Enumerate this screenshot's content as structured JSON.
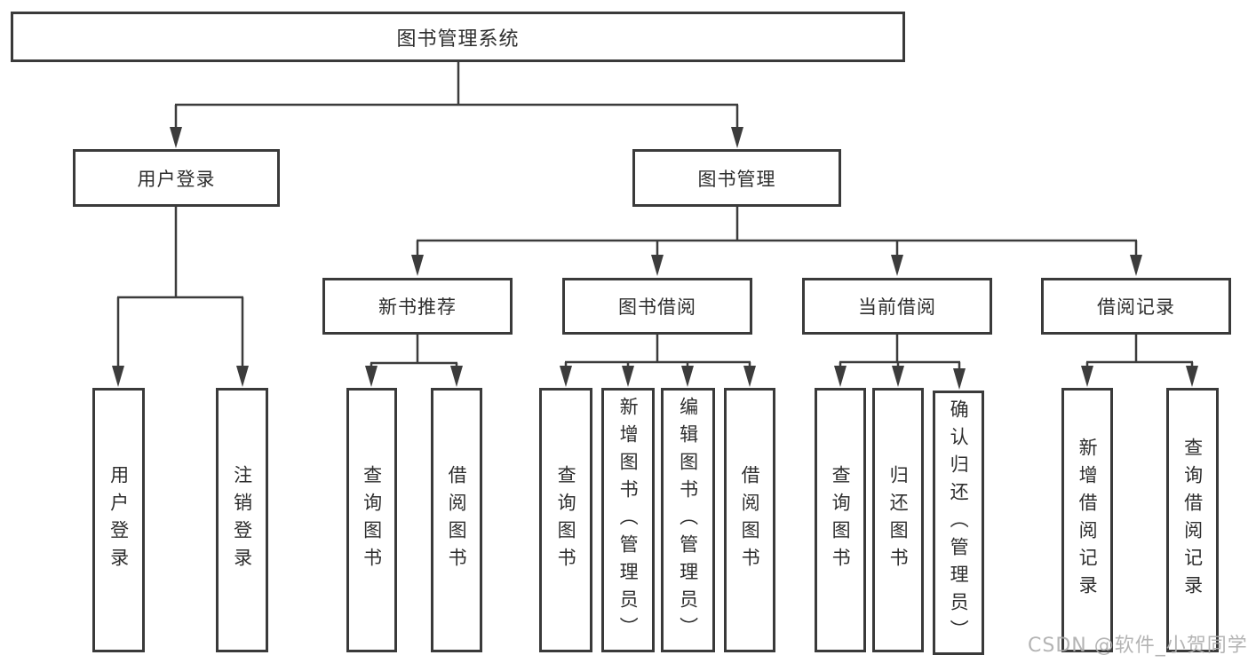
{
  "diagram": {
    "root": {
      "label": "图书管理系统"
    },
    "level2": {
      "user_login": {
        "label": "用户登录"
      },
      "book_management": {
        "label": "图书管理"
      }
    },
    "user_login_children": {
      "login": {
        "label": "用户登录"
      },
      "logout": {
        "label": "注销登录"
      }
    },
    "book_management_children": {
      "new_book_recommend": {
        "label": "新书推荐"
      },
      "book_borrow": {
        "label": "图书借阅"
      },
      "current_borrow": {
        "label": "当前借阅"
      },
      "borrow_record": {
        "label": "借阅记录"
      }
    },
    "new_book_recommend_children": {
      "query_books": {
        "label": "查询图书"
      },
      "borrow_books": {
        "label": "借阅图书"
      }
    },
    "book_borrow_children": {
      "query_books": {
        "label": "查询图书"
      },
      "add_books_admin": {
        "label": "新增图书（管理员）"
      },
      "edit_books_admin": {
        "label": "编辑图书（管理员）"
      },
      "borrow_books": {
        "label": "借阅图书"
      }
    },
    "current_borrow_children": {
      "query_books": {
        "label": "查询图书"
      },
      "return_books": {
        "label": "归还图书"
      },
      "confirm_return_admin": {
        "label": "确认归还（管理员）"
      }
    },
    "borrow_record_children": {
      "add_record": {
        "label": "新增借阅记录"
      },
      "query_record": {
        "label": "查询借阅记录"
      }
    }
  },
  "watermark": {
    "text": "CSDN @软件_小贺同学"
  },
  "colors": {
    "line": "#3c3c3c",
    "border": "#3a3a3a",
    "text": "#2e2e2e",
    "background": "#ffffff",
    "watermark": "#aeaeae"
  }
}
